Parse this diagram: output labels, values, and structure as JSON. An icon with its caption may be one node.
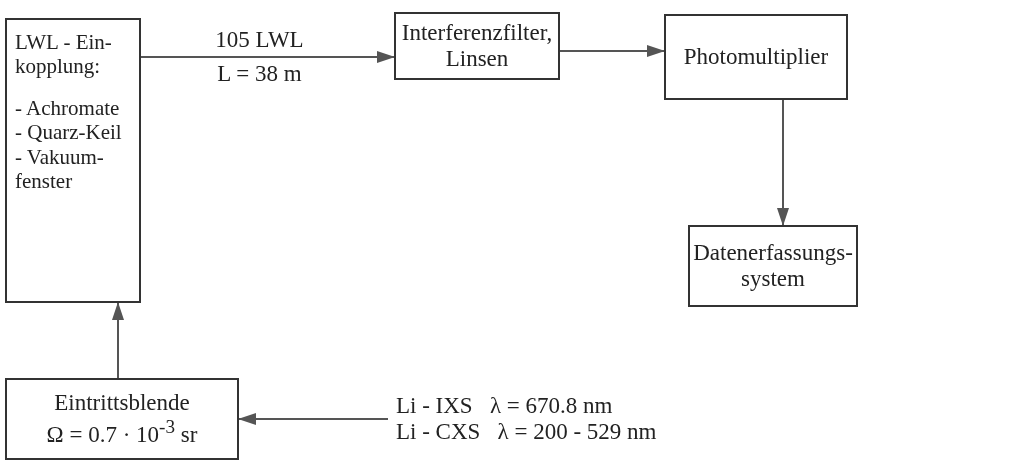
{
  "diagram": {
    "nodes": [
      {
        "text": [
          "LWL - Ein- kopplung:",
          "- Achromate",
          "- Quarz-Keil",
          "- Vakuum- fenster"
        ]
      },
      {
        "text": [
          "Interferenzfilter, Linsen"
        ]
      },
      {
        "text": [
          "Photomultiplier"
        ]
      },
      {
        "text": [
          "Datenerfassungs- system"
        ]
      },
      {
        "text": [
          "Eintrittsblende",
          "Ω = 0.7 · 10$^{-3}$ sr"
        ]
      },
      {
        "text": [
          "Li - IXS   λ = 670.8 nm",
          "Li - CXS   λ = 200 - 529 nm"
        ]
      }
    ],
    "edges": [
      {
        "from": 0,
        "to": 1,
        "arrow": "to",
        "label": "105 LWL L = 38 m"
      },
      {
        "from": 1,
        "to": 2,
        "arrow": "to"
      },
      {
        "from": 2,
        "to": 3,
        "arrow": "to"
      },
      {
        "from": 5,
        "to": 4,
        "arrow": "to"
      },
      {
        "from": 4,
        "to": 0,
        "arrow": "to"
      }
    ]
  }
}
